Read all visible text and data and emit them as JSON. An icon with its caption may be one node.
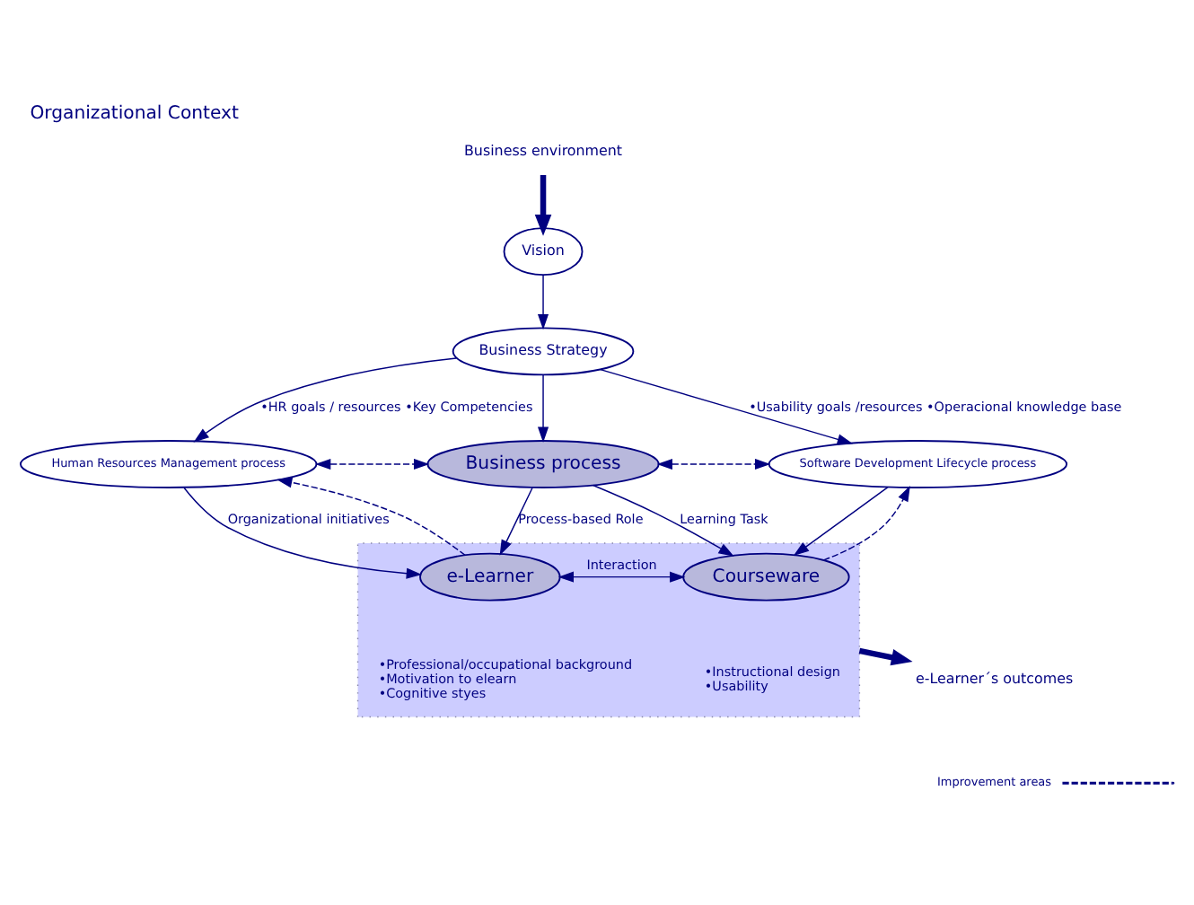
{
  "diagram": {
    "title": "Organizational Context",
    "nodes": [
      {
        "text": [
          "Business environment"
        ]
      },
      {
        "text": [
          "Vision"
        ]
      },
      {
        "text": [
          "Business Strategy"
        ]
      },
      {
        "text": [
          "Human Resources Management process"
        ]
      },
      {
        "text": [
          "Business process"
        ]
      },
      {
        "text": [
          "Software Development Lifecycle process"
        ]
      },
      {
        "text": [],
        "shape": "box"
      },
      {
        "text": [
          "e-Learner"
        ],
        "in": 6,
        "beside": [
          "•Professional/occupational background",
          "•Motivation to elearn",
          "•Cognitive styes"
        ]
      },
      {
        "text": [
          "Courseware"
        ],
        "in": 6,
        "beside": [
          "•Instructional design",
          "•Usability"
        ]
      },
      {
        "text": [
          "e-Learner´s outcomes"
        ]
      }
    ],
    "edges": [
      {
        "from": 0,
        "to": 1,
        "arrow": "to",
        "style": "thick"
      },
      {
        "from": 1,
        "to": 2,
        "arrow": "to"
      },
      {
        "from": 2,
        "to": 3,
        "arrow": "to",
        "label": "•HR goals / resources •Key Competencies"
      },
      {
        "from": 2,
        "to": 4,
        "arrow": "to"
      },
      {
        "from": 2,
        "to": 5,
        "arrow": "to",
        "label": "•Usability goals /resources •Operacional knowledge base"
      },
      {
        "from": 3,
        "to": 4,
        "arrow": "both",
        "style": "dashed"
      },
      {
        "from": 4,
        "to": 5,
        "arrow": "both",
        "style": "dashed"
      },
      {
        "from": 4,
        "to": 7,
        "arrow": "to",
        "label": "Process-based Role"
      },
      {
        "from": 4,
        "to": 8,
        "arrow": "to",
        "label": "Learning Task"
      },
      {
        "from": 3,
        "to": 7,
        "arrow": "to",
        "label": "Organizational initiatives"
      },
      {
        "from": 7,
        "to": 3,
        "arrow": "to",
        "style": "dashed"
      },
      {
        "from": 5,
        "to": 8,
        "arrow": "to"
      },
      {
        "from": 8,
        "to": 5,
        "arrow": "to",
        "style": "dashed"
      },
      {
        "from": 7,
        "to": 8,
        "arrow": "both",
        "label": "Interaction"
      },
      {
        "from": 6,
        "to": 9,
        "arrow": "to",
        "style": "thick"
      }
    ],
    "legend": [
      {
        "text": "Improvement areas"
      }
    ]
  }
}
